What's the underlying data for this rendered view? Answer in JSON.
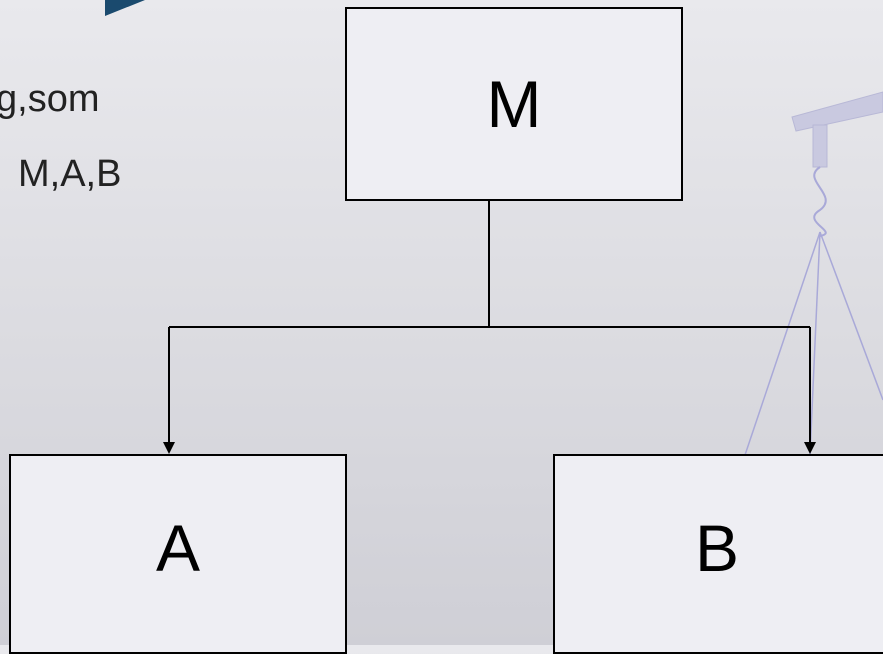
{
  "text_lines": [
    "g,som",
    "M,A,B"
  ],
  "nodes": {
    "top": "M",
    "left": "A",
    "right": "B"
  },
  "colors": {
    "box_fill": "#eeeef3",
    "line": "#000000",
    "accent_triangle": "#1a4a6e",
    "decor_line": "#a9a9d8"
  }
}
